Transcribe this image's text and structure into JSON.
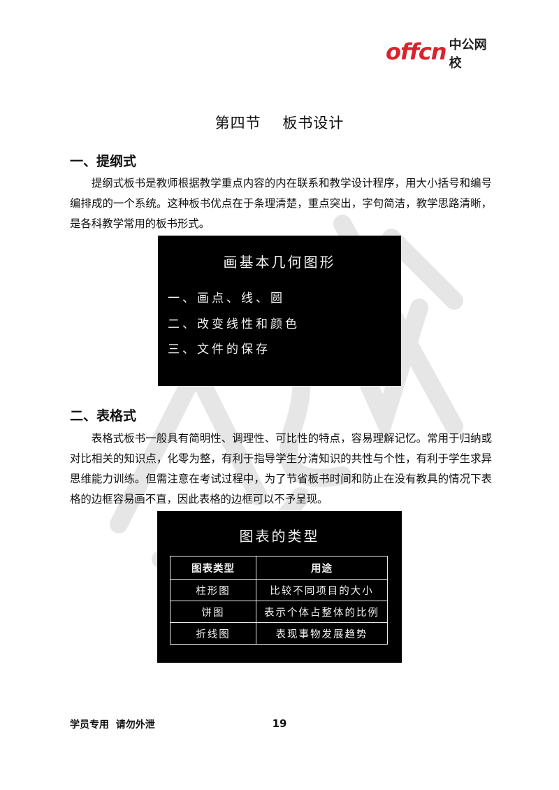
{
  "header": {
    "logo_latin": "offcn",
    "logo_cn": "中公网校"
  },
  "colors": {
    "brand_red": "#d9232d",
    "board_bg": "#000000",
    "watermark": "#e6e6e6"
  },
  "chapter_title": "第四节    板书设计",
  "sections": [
    {
      "heading": "一、提纲式",
      "paragraph": "提纲式板书是教师根据教学重点内容的内在联系和教学设计程序，用大小括号和编号编排成的一个系统。这种板书优点在于条理清楚，重点突出，字句简洁，教学思路清晰，是各科教学常用的板书形式。"
    },
    {
      "heading": "二、表格式",
      "paragraph": "表格式板书一般具有简明性、调理性、可比性的特点，容易理解记忆。常用于归纳或对比相关的知识点，化零为整，有利于指导学生分清知识的共性与个性，有利于学生求异思维能力训练。但需注意在考试过程中，为了节省板书时间和防止在没有教具的情况下表格的边框容易画不直，因此表格的边框可以不予呈现。"
    }
  ],
  "board1": {
    "title": "画基本几何图形",
    "items": [
      "一、画点、线、圆",
      "二、改变线性和颜色",
      "三、文件的保存"
    ]
  },
  "board2": {
    "title": "图表的类型",
    "headers": [
      "图表类型",
      "用途"
    ],
    "rows": [
      [
        "柱形图",
        "比较不同项目的大小"
      ],
      [
        "饼图",
        "表示个体占整体的比例"
      ],
      [
        "折线图",
        "表现事物发展趋势"
      ]
    ]
  },
  "footer": {
    "left": "学员专用  请勿外泄",
    "page": "19"
  }
}
